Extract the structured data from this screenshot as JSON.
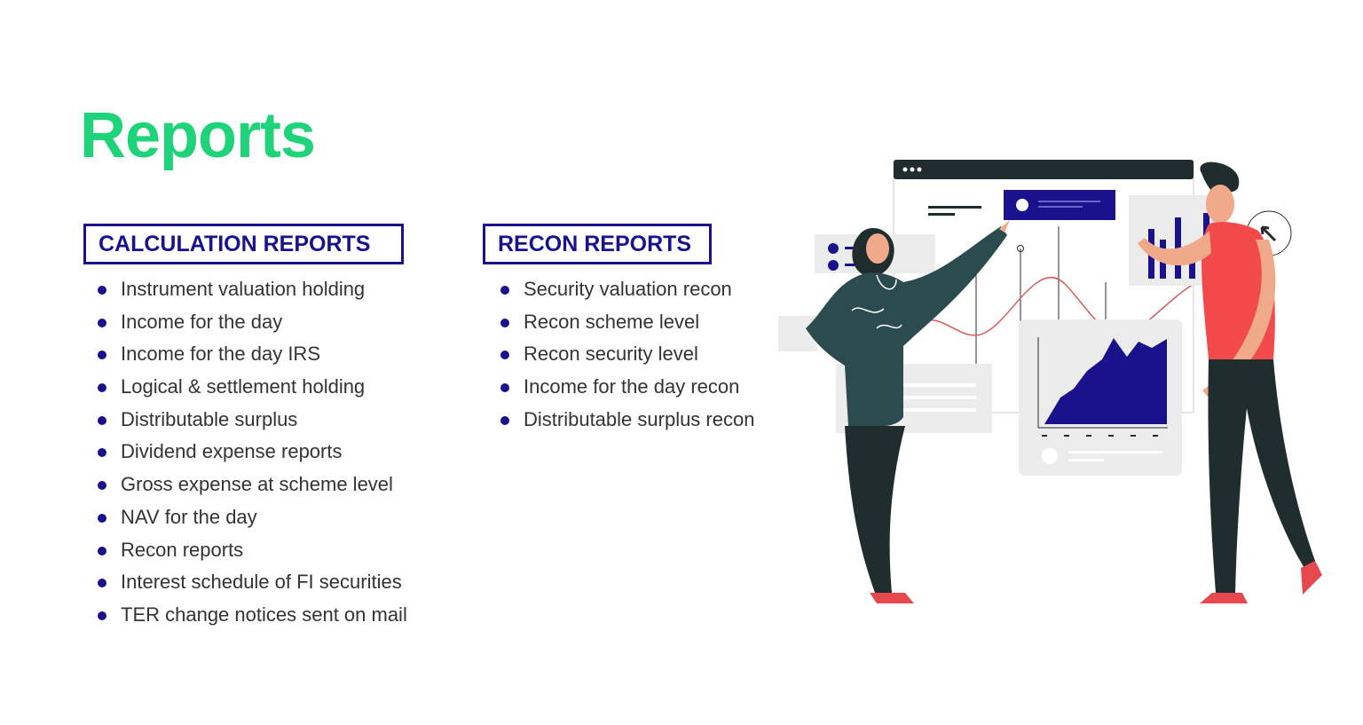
{
  "page": {
    "title": "Reports",
    "colors": {
      "title": "#1ed37a",
      "accent": "#1a128c",
      "text": "#333333"
    }
  },
  "calculation": {
    "heading": "CALCULATION REPORTS",
    "items": [
      "Instrument valuation holding",
      "Income for the day",
      "Income for the day IRS",
      "Logical & settlement holding",
      "Distributable surplus",
      "Dividend expense reports",
      "Gross expense at scheme level",
      "NAV for the day",
      "Recon reports",
      "Interest schedule of FI securities",
      "TER change notices sent on mail"
    ]
  },
  "recon": {
    "heading": "RECON REPORTS",
    "items": [
      "Security valuation recon",
      "Recon scheme level",
      "Recon security level",
      "Income for the day recon",
      "Distributable surplus recon"
    ]
  },
  "illustration": {
    "icons": [
      "browser-window",
      "check-icon",
      "area-chart",
      "bar-chart",
      "cursor-icon",
      "woman-presenter",
      "man-presenter"
    ]
  }
}
